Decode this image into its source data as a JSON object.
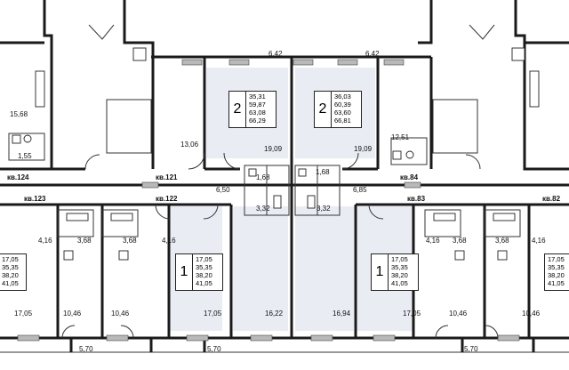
{
  "apartments": [
    {
      "id": "apt-124",
      "label": "кв.124"
    },
    {
      "id": "apt-123",
      "label": "кв.123"
    },
    {
      "id": "apt-121",
      "label": "кв.121"
    },
    {
      "id": "apt-122",
      "label": "кв.122"
    },
    {
      "id": "apt-84",
      "label": "кв.84"
    },
    {
      "id": "apt-83",
      "label": "кв.83"
    },
    {
      "id": "apt-82",
      "label": "кв.82"
    }
  ],
  "area_boxes": [
    {
      "id": "box-2-left",
      "rooms": "2",
      "values": [
        "35,31",
        "59,87",
        "63,08",
        "66,29"
      ]
    },
    {
      "id": "box-2-right",
      "rooms": "2",
      "values": [
        "36,03",
        "60,39",
        "63,60",
        "66,81"
      ]
    },
    {
      "id": "box-1-left",
      "rooms": "1",
      "values": [
        "17,05",
        "35,35",
        "38,20",
        "41,05"
      ]
    },
    {
      "id": "box-1-right",
      "rooms": "1",
      "values": [
        "17,05",
        "35,35",
        "38,20",
        "41,05"
      ]
    }
  ],
  "partial_values": {
    "left": [
      "17,05",
      "35,35",
      "38,20",
      "41,05"
    ],
    "right": [
      "17,05",
      "35,35",
      "38,20",
      "41,05"
    ]
  },
  "dimensions": [
    {
      "id": "d1",
      "text": "6,42"
    },
    {
      "id": "d2",
      "text": "6,42"
    },
    {
      "id": "d3",
      "text": "15,68"
    },
    {
      "id": "d4",
      "text": "1,55"
    },
    {
      "id": "d5",
      "text": "13,06"
    },
    {
      "id": "d6",
      "text": "19,09"
    },
    {
      "id": "d7",
      "text": "19,09"
    },
    {
      "id": "d8",
      "text": "12,51"
    },
    {
      "id": "d9",
      "text": "1,68"
    },
    {
      "id": "d10",
      "text": "1,68"
    },
    {
      "id": "d11",
      "text": "3,32"
    },
    {
      "id": "d12",
      "text": "3,32"
    },
    {
      "id": "d13",
      "text": "6,50"
    },
    {
      "id": "d14",
      "text": "6,85"
    },
    {
      "id": "d15",
      "text": "4,16"
    },
    {
      "id": "d16",
      "text": "3,68"
    },
    {
      "id": "d17",
      "text": "3,68"
    },
    {
      "id": "d18",
      "text": "4,16"
    },
    {
      "id": "d19",
      "text": "4,16"
    },
    {
      "id": "d20",
      "text": "3,68"
    },
    {
      "id": "d21",
      "text": "3,68"
    },
    {
      "id": "d22",
      "text": "4,16"
    },
    {
      "id": "d23",
      "text": "17,05"
    },
    {
      "id": "d24",
      "text": "10,46"
    },
    {
      "id": "d25",
      "text": "10,46"
    },
    {
      "id": "d26",
      "text": "17,05"
    },
    {
      "id": "d27",
      "text": "16,22"
    },
    {
      "id": "d28",
      "text": "16,94"
    },
    {
      "id": "d29",
      "text": "17,05"
    },
    {
      "id": "d30",
      "text": "10,46"
    },
    {
      "id": "d31",
      "text": "10,46"
    },
    {
      "id": "d32",
      "text": "5,70"
    },
    {
      "id": "d33",
      "text": "5,70"
    },
    {
      "id": "d34",
      "text": "5,70"
    }
  ],
  "colors": {
    "wall": "#1a1a1a",
    "room_fill": "#e9ecf3",
    "hatch": "#b9b9b9"
  }
}
